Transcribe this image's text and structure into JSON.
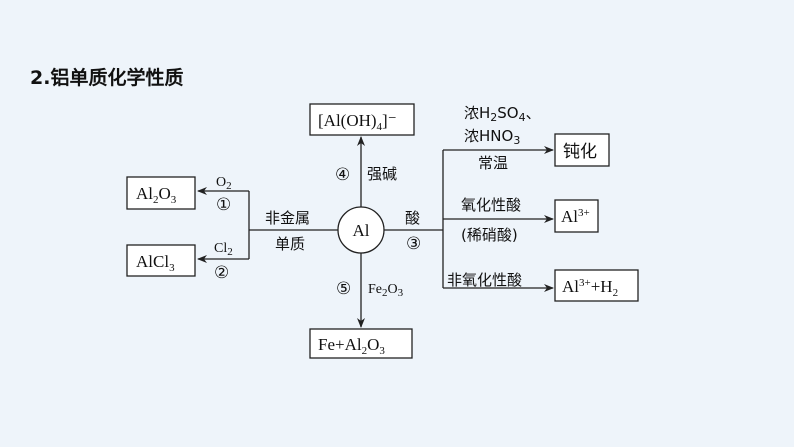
{
  "title": "2.铝单质化学性质",
  "center": "Al",
  "boxes": {
    "hydroxo": {
      "main": "[Al(OH)",
      "sub": "4",
      "sup": "]⁻"
    },
    "al2o3": {
      "a": "Al",
      "s1": "2",
      "b": "O",
      "s2": "3"
    },
    "alcl3": {
      "a": "AlCl",
      "s1": "3"
    },
    "fe_al2o3": {
      "a": "Fe+Al",
      "s1": "2",
      "b": "O",
      "s2": "3"
    },
    "passivation": "钝化",
    "al3": {
      "a": "Al",
      "sup": "3+"
    },
    "al3_h2": {
      "a": "Al",
      "sup": "3+",
      "b": "+H",
      "s": "2"
    }
  },
  "labels": {
    "o2": {
      "a": "O",
      "s": "2"
    },
    "num1": "①",
    "cl2": {
      "a": "Cl",
      "s": "2"
    },
    "num2": "②",
    "nonmetal1": "非金属",
    "nonmetal2": "单质",
    "num4": "④",
    "strong_base": "强碱",
    "num5": "⑤",
    "fe2o3": {
      "a": "Fe",
      "s1": "2",
      "b": "O",
      "s2": "3"
    },
    "acid": "酸",
    "num3": "③",
    "conc_h2so4": {
      "a": "浓H",
      "s1": "2",
      "b": "SO",
      "s2": "4",
      "c": "、"
    },
    "conc_hno3": {
      "a": "浓HNO",
      "s": "3"
    },
    "room_temp": "常温",
    "oxidizing_acid": "氧化性酸",
    "dilute_nitric": "(稀硝酸)",
    "nonoxidizing_acid": "非氧化性酸"
  }
}
